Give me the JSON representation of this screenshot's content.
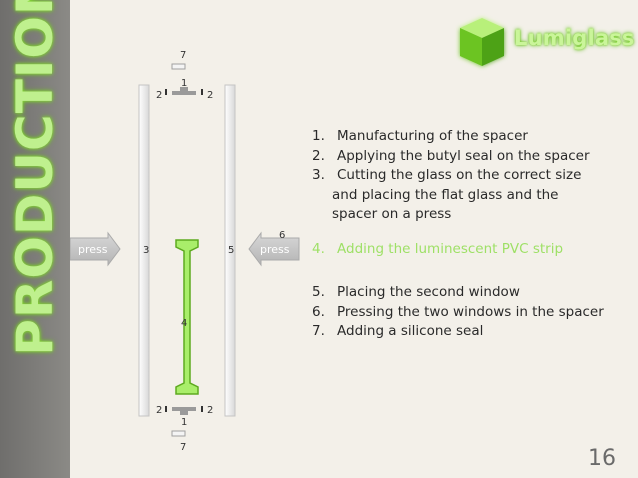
{
  "sidebar": {
    "title": "PRODUCTION"
  },
  "logo": {
    "text": "Lumiglass"
  },
  "diagram": {
    "press_left": "press",
    "press_right": "press",
    "labels": {
      "top7": "7",
      "top1": "1",
      "top2a": "2",
      "top2b": "2",
      "mid3": "3",
      "mid4": "4",
      "mid5": "5",
      "mid6": "6",
      "bot2a": "2",
      "bot2b": "2",
      "bot1": "1",
      "bot7": "7"
    }
  },
  "steps": [
    {
      "num": "1.",
      "text": "Manufacturing of the spacer"
    },
    {
      "num": "2.",
      "text": "Applying the butyl seal on the spacer"
    },
    {
      "num": "3.",
      "text": "Cutting the glass on the correct size",
      "cont1": "and placing the flat glass and the",
      "cont2": "spacer on a press"
    },
    {
      "num": "4.",
      "text": "Adding the luminescent PVC strip"
    },
    {
      "num": "5.",
      "text": "Placing the second window"
    },
    {
      "num": "6.",
      "text": "Pressing the two windows in the spacer"
    },
    {
      "num": "7.",
      "text": "Adding a silicone seal"
    }
  ],
  "page_number": "16",
  "colors": {
    "sidebar": "#7c7b78",
    "accent_green": "#9ee066",
    "background": "#f3f0e9"
  }
}
